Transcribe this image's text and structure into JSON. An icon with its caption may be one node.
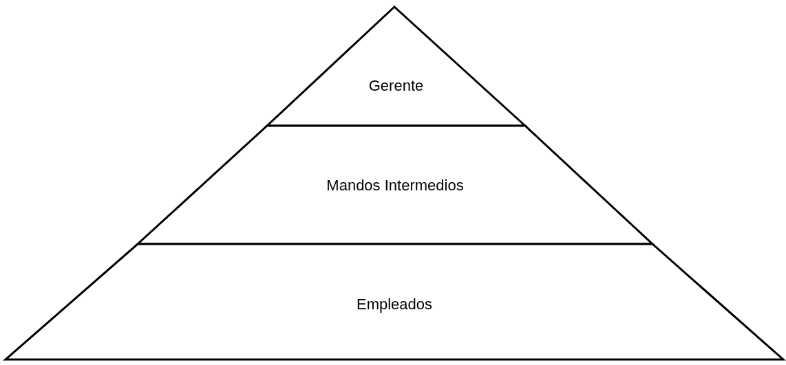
{
  "diagram": {
    "nodes": [
      {
        "text": [
          "Gerente"
        ]
      },
      {
        "text": [
          "Mandos Intermedios"
        ]
      },
      {
        "text": [
          "Empleados"
        ]
      }
    ]
  }
}
